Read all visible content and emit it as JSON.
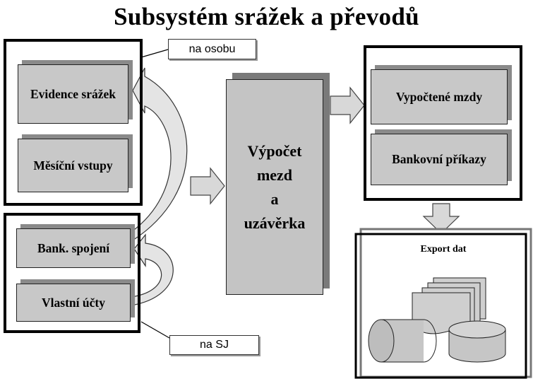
{
  "title": "Subsystém srážek a převodů",
  "left_top": {
    "items": [
      "Evidence srážek",
      "Měsíční vstupy"
    ]
  },
  "left_bottom": {
    "items": [
      "Bank. spojení",
      "Vlastní účty"
    ]
  },
  "callouts": {
    "top": "na osobu",
    "bottom": "na SJ"
  },
  "center": {
    "lines": [
      "Výpočet",
      "mezd",
      "a",
      "uzávěrka"
    ]
  },
  "right": {
    "items": [
      "Vypočtené mzdy",
      "Bankovní příkazy"
    ]
  },
  "export": {
    "label": "Export dat"
  }
}
